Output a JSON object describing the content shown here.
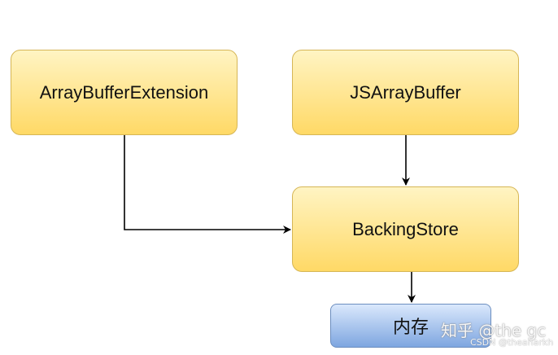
{
  "nodes": {
    "array_buffer_extension": "ArrayBufferExtension",
    "js_array_buffer": "JSArrayBuffer",
    "backing_store": "BackingStore",
    "memory": "内存"
  },
  "colors": {
    "process_fill": "#ffd966",
    "process_stroke": "#d6b656",
    "memory_fill": "#7ea6e0",
    "memory_stroke": "#6c8ebf",
    "edge": "#000000"
  },
  "edges": [
    {
      "from": "ArrayBufferExtension",
      "to": "BackingStore"
    },
    {
      "from": "JSArrayBuffer",
      "to": "BackingStore"
    },
    {
      "from": "BackingStore",
      "to": "内存"
    }
  ],
  "watermarks": {
    "zhihu": "知乎 @the gc",
    "csdn": "CSDN @theanarkh"
  }
}
